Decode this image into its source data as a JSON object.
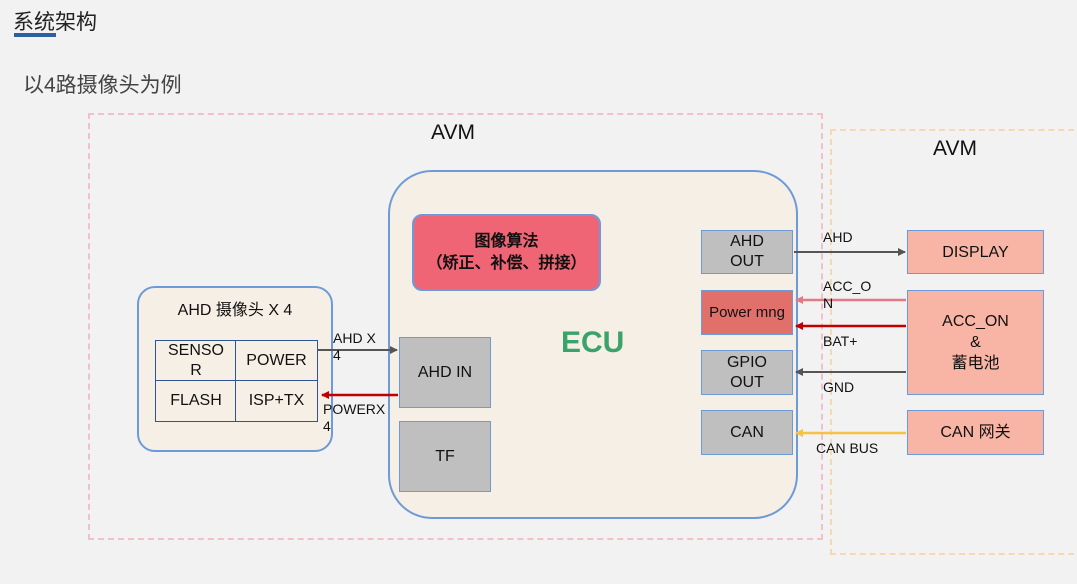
{
  "page": {
    "title": "系统架构",
    "subtitle": "以4路摄像头为例"
  },
  "avm_left": {
    "label": "AVM"
  },
  "avm_right": {
    "label": "AVM"
  },
  "camera_module": {
    "title": "AHD 摄像头 X 4",
    "cells": [
      "SENSOR",
      "POWER",
      "FLASH",
      "ISP+TX"
    ]
  },
  "ecu": {
    "label": "ECU",
    "algo_title": "图像算法",
    "algo_sub": "（矫正、补偿、拼接）",
    "ahd_in": "AHD IN",
    "tf": "TF",
    "ahd_out": "AHD\nOUT",
    "power_mng": "Power mng",
    "gpio_out": "GPIO\nOUT",
    "can": "CAN"
  },
  "peripherals": {
    "display": "DISPLAY",
    "acc_battery_line1": "ACC_ON",
    "acc_battery_line2": "&",
    "acc_battery_line3": "蓄电池",
    "can_gateway": "CAN 网关"
  },
  "signals": {
    "ahd_x4": "AHD X 4",
    "power_x4": "POWERX 4",
    "ahd": "AHD",
    "acc_on": "ACC_ON",
    "bat_plus": "BAT+",
    "gnd": "GND",
    "can_bus": "CAN BUS"
  },
  "colors": {
    "algo_fill": "#f06575",
    "power_mng_fill": "#e2706a",
    "ecu_text": "#3aa36a",
    "arrow_grey": "#555555",
    "arrow_red": "#c00000",
    "arrow_pink": "#e07a85",
    "arrow_yellow": "#f5c242"
  }
}
